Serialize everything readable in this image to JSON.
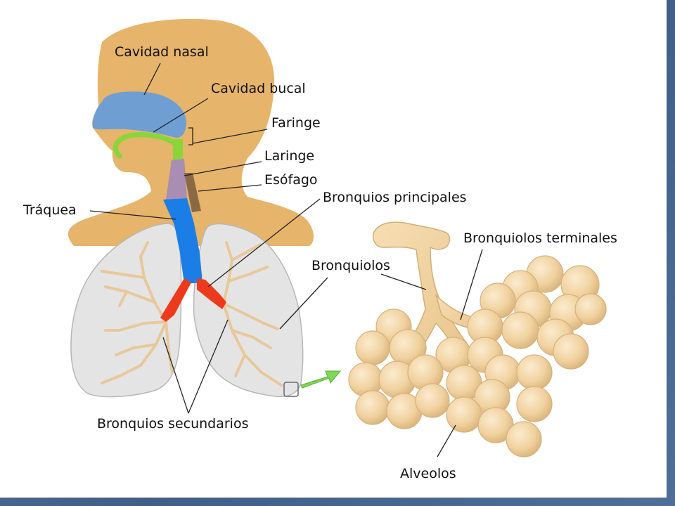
{
  "labels": {
    "nasal": "Cavidad nasal",
    "bucal": "Cavidad bucal",
    "faringe": "Faringe",
    "laringe": "Laringe",
    "esofago": "Esófago",
    "traquea": "Tráquea",
    "bronquios_principales": "Bronquios principales",
    "bronquiolos": "Bronquiolos",
    "bronquiolos_terminales": "Bronquiolos terminales",
    "bronquios_secundarios": "Bronquios secundarios",
    "alveolos": "Alveolos"
  },
  "colors": {
    "skin": "#e6b46b",
    "nasal": "#6f9fd2",
    "bucal": "#88d63a",
    "laringe": "#a98db3",
    "esofago": "#8a6a45",
    "traquea": "#1a7ee6",
    "bronchi": "#ee3a1c",
    "lung": "#e6e6e6",
    "bronchiole": "#f0d4a0",
    "alveolus": "#f3d6a6",
    "arrow": "#7ed957"
  }
}
